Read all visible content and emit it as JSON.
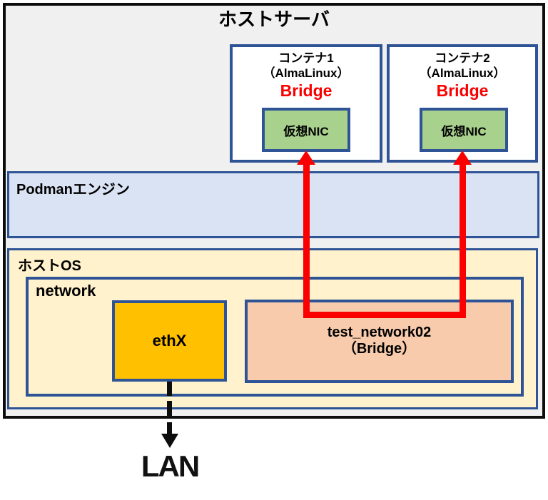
{
  "title": "ホストサーバ",
  "containers": [
    {
      "name": "コンテナ1",
      "os": "（AlmaLinux）",
      "mode": "Bridge",
      "nic_label": "仮想NIC"
    },
    {
      "name": "コンテナ2",
      "os": "（AlmaLinux）",
      "mode": "Bridge",
      "nic_label": "仮想NIC"
    }
  ],
  "podman_engine": {
    "label": "Podmanエンジン"
  },
  "host_os": {
    "label": "ホストOS",
    "network": {
      "label": "network",
      "eth": {
        "label": "ethX"
      },
      "bridge": {
        "name": "test_network02",
        "type": "（Bridge）"
      }
    }
  },
  "lan": {
    "label": "LAN"
  },
  "colors": {
    "panel_bg": "#f0f0f0",
    "frame_black": "#0d0d0d",
    "border_blue": "#2f5496",
    "podman_fill": "#dae3f3",
    "hostos_fill": "#fff2cc",
    "eth_fill": "#ffc000",
    "bridge_fill": "#f8cbad",
    "nic_fill": "#a9d18e",
    "arrow_red": "#fa0000"
  }
}
